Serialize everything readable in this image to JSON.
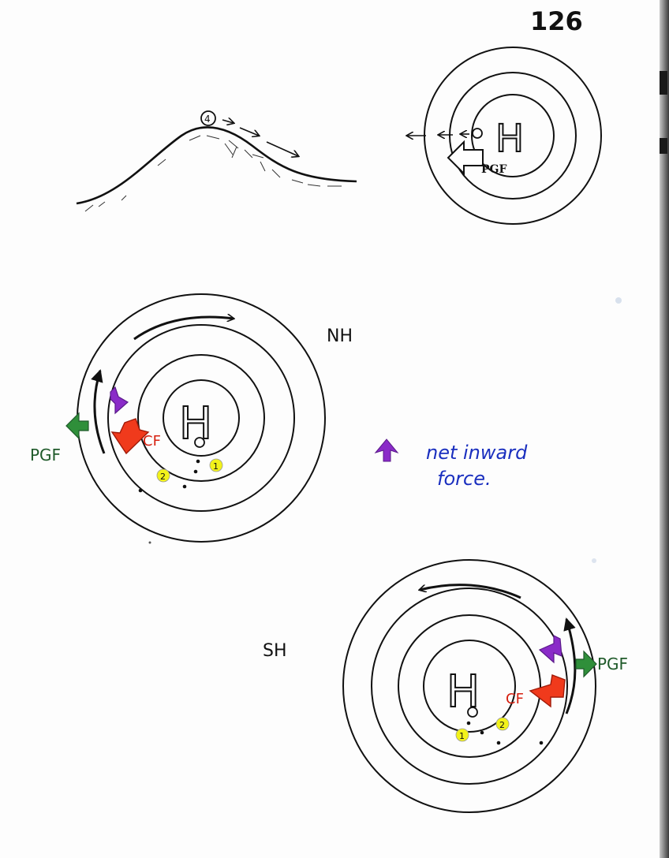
{
  "page_number": "126",
  "top_right": {
    "h_label": "H",
    "pgf_label": "PGF"
  },
  "nh": {
    "label": "NH",
    "h_label": "H",
    "pgf_label": "PGF",
    "cf_label": "CF",
    "pos1": "1",
    "pos2": "2"
  },
  "legend": {
    "line1": "net inward",
    "line2": "force."
  },
  "sh": {
    "label": "SH",
    "h_label": "H",
    "pgf_label": "PGF",
    "cf_label": "CF",
    "pos1": "1",
    "pos2": "2"
  },
  "hill_ball": "4",
  "colors": {
    "ink": "#111111",
    "pgf_green": "#2f8f3a",
    "cf_red": "#f03a1c",
    "net_purple": "#8a2bc8",
    "marker_yellow": "#f2f21a",
    "legend_blue": "#1a2fbf",
    "pgf_text_green": "#1f5a2a",
    "cf_text_red": "#d62010"
  }
}
